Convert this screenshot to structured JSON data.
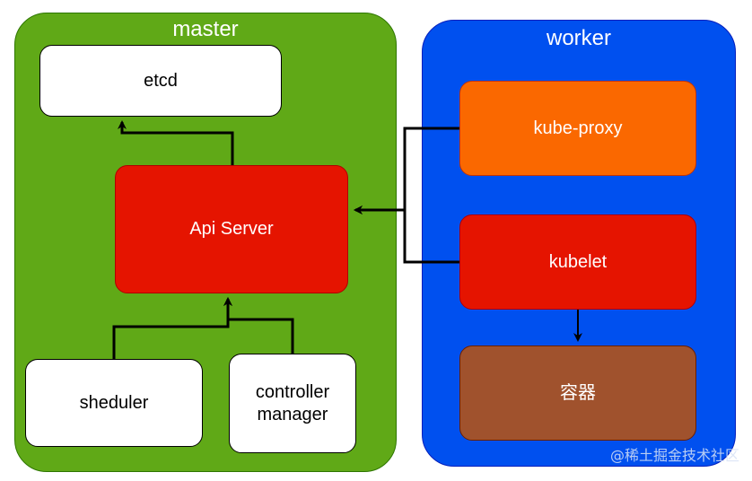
{
  "groups": {
    "master": {
      "title": "master",
      "fill": "#60a917"
    },
    "worker": {
      "title": "worker",
      "fill": "#0050ef"
    }
  },
  "nodes": {
    "etcd": {
      "label": "etcd",
      "fill": "#ffffff"
    },
    "api_server": {
      "label": "Api Server",
      "fill": "#e51400"
    },
    "sheduler": {
      "label": "sheduler",
      "fill": "#ffffff"
    },
    "controller_manager": {
      "label": "controller\nmanager",
      "fill": "#ffffff"
    },
    "kube_proxy": {
      "label": "kube-proxy",
      "fill": "#fa6800"
    },
    "kubelet": {
      "label": "kubelet",
      "fill": "#e51400"
    },
    "container": {
      "label": "容器",
      "fill": "#a0522d"
    }
  },
  "edges": [
    {
      "from": "api_server",
      "to": "etcd"
    },
    {
      "from": "sheduler",
      "to": "api_server"
    },
    {
      "from": "controller_manager",
      "to": "api_server"
    },
    {
      "from": "kube_proxy",
      "to": "api_server"
    },
    {
      "from": "kubelet",
      "to": "api_server"
    },
    {
      "from": "kubelet",
      "to": "container"
    }
  ],
  "watermark": "@稀土掘金技术社区"
}
